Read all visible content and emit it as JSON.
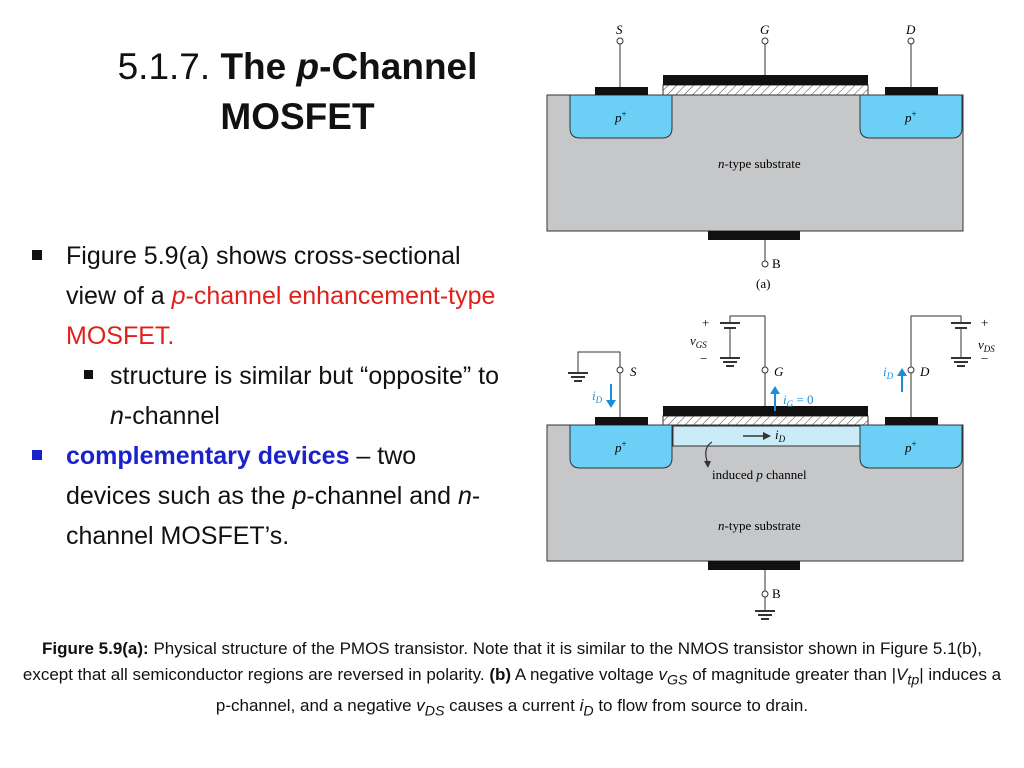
{
  "title": {
    "number": "5.1.7.",
    "pre": "The ",
    "italic": "p",
    "post": "-Channel",
    "line2": "MOSFET"
  },
  "bullets": {
    "b1": {
      "text1": "Figure 5.9(a) shows cross-sectional view of a ",
      "red_italic": "p",
      "red_text": "-channel enhancement-type MOSFET."
    },
    "b1_sub": {
      "text1": "structure is similar but “opposite” to ",
      "italic": "n",
      "text2": "-channel"
    },
    "b2": {
      "bold_blue": "complementary devices",
      "dash": " –",
      "text1": "two devices such as the ",
      "it1": "p",
      "text2": "-channel and ",
      "it2": "n",
      "text3": "-channel MOSFET’s."
    }
  },
  "figure_a": {
    "S": "S",
    "G": "G",
    "D": "D",
    "p_left": "p",
    "p_right": "p",
    "plus": "+",
    "substrate_it": "n",
    "substrate": "-type substrate",
    "B": "B",
    "label": "(a)"
  },
  "figure_b": {
    "S": "S",
    "G": "G",
    "D": "D",
    "vGS_v": "v",
    "vGS_sub": "GS",
    "vDS_v": "v",
    "vDS_sub": "DS",
    "plus": "+",
    "minus": "−",
    "iD_i": "i",
    "iD_sub": "D",
    "iG_i": "i",
    "iG_sub": "G",
    "iG_eq": " = 0",
    "p_left": "p",
    "p_right": "p",
    "induced_pre": "induced ",
    "induced_it": "p",
    "induced_post": " channel",
    "substrate_it": "n",
    "substrate": "-type substrate",
    "B": "B"
  },
  "caption": {
    "lead": "Figure 5.9(a):",
    "t1": " Physical structure of the PMOS transistor.  Note that it is similar to the NMOS transistor shown in Figure 5.1(b), except that all semiconductor regions are reversed in polarity.  ",
    "b": "(b)",
    "t2": " A negative voltage ",
    "v": "v",
    "vgs_sub": "GS",
    "t3": " of magnitude greater than |",
    "V": "V",
    "vtp_sub": "tp",
    "t4": "| induces a p-channel, and a negative ",
    "v2": "v",
    "vds_sub": "DS",
    "t5": " causes a current ",
    "i": "i",
    "id_sub": "D",
    "t6": " to flow from source to drain."
  }
}
